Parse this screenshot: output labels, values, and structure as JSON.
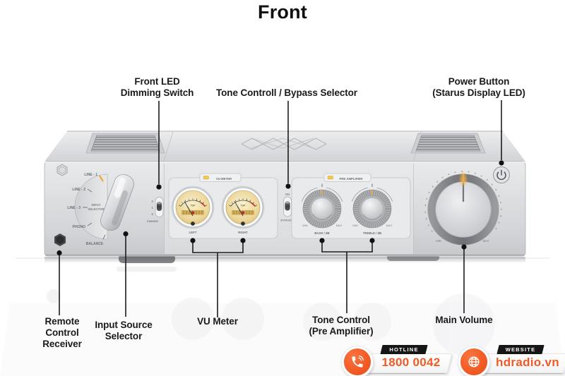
{
  "title": "Front",
  "callouts": {
    "dimming": {
      "line1": "Front LED",
      "line2": "Dimming Switch"
    },
    "tone_bypass": {
      "line1": "Tone Controll / Bypass Selector"
    },
    "power": {
      "line1": "Power Button",
      "line2": "(Starus Display LED)"
    },
    "remote": {
      "line1": "Remote",
      "line2": "Control",
      "line3": "Receiver"
    },
    "input_source": {
      "line1": "Input Source",
      "line2": "Selector"
    },
    "vu_meter": {
      "line1": "VU Meter"
    },
    "tone_control": {
      "line1": "Tone Control",
      "line2": "(Pre Amplifier)"
    },
    "main_volume": {
      "line1": "Main Volume"
    }
  },
  "panel": {
    "input_selector": {
      "line1": "INPUT",
      "line2": "SELECTOR",
      "options": [
        "LINE - 1",
        "LINE - 2",
        "LINE - 3",
        "PHONO",
        "BALANCE"
      ],
      "selected": "LINE - 1"
    },
    "dimmer": {
      "label": "DIMMER",
      "positions": [
        "2",
        "1",
        "0"
      ]
    },
    "vu": {
      "plate": "VU METER",
      "left": "LEFT",
      "right": "RIGHT",
      "face_text": "TDP"
    },
    "bypass": {
      "on": "ON",
      "label": "BYPASS"
    },
    "preamp": {
      "plate": "PRE AMPLIFIER",
      "bass_label": "BASS / dB",
      "treble_label": "TREBLE / dB",
      "min": "MIN",
      "max": "MAX"
    },
    "volume": {
      "min": "MIN",
      "max": "MAX"
    }
  },
  "badges": {
    "hotline": {
      "tag": "HOTLINE",
      "value": "1800 0042"
    },
    "website": {
      "tag": "WEBSITE",
      "value": "hdradio.vn"
    }
  },
  "colors": {
    "accent_orange": "#f15a24",
    "led_amber": "#f2b43c",
    "needle_red": "#b5342c",
    "callout_line": "#1c1c1c"
  }
}
